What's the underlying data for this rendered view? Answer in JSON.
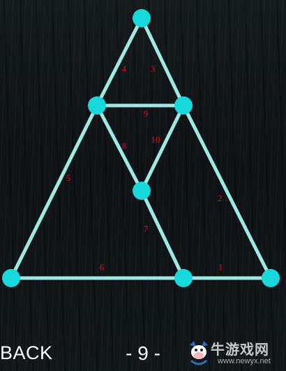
{
  "puzzle": {
    "nodes": [
      {
        "id": "A"
      },
      {
        "id": "B"
      },
      {
        "id": "C"
      },
      {
        "id": "D"
      },
      {
        "id": "E"
      },
      {
        "id": "F"
      },
      {
        "id": "G"
      }
    ],
    "edges": [
      {
        "from": "A",
        "to": "B",
        "label": "4"
      },
      {
        "from": "A",
        "to": "C",
        "label": "3"
      },
      {
        "from": "B",
        "to": "C",
        "label": "9"
      },
      {
        "from": "B",
        "to": "D",
        "label": "8"
      },
      {
        "from": "C",
        "to": "D",
        "label": "10"
      },
      {
        "from": "B",
        "to": "E",
        "label": "5"
      },
      {
        "from": "C",
        "to": "G",
        "label": "2"
      },
      {
        "from": "D",
        "to": "F",
        "label": "7"
      },
      {
        "from": "E",
        "to": "F",
        "label": "6"
      },
      {
        "from": "F",
        "to": "G",
        "label": "1"
      }
    ],
    "colors": {
      "line": "#9ee9e4",
      "node": "#17d9dc",
      "label": "#d2101c"
    }
  },
  "footer": {
    "back_label": "BACK",
    "level_label": "- 9 -"
  },
  "watermark": {
    "title": "牛游戏网",
    "url": "www.newyx.net",
    "icon": "cow-logo-icon"
  }
}
